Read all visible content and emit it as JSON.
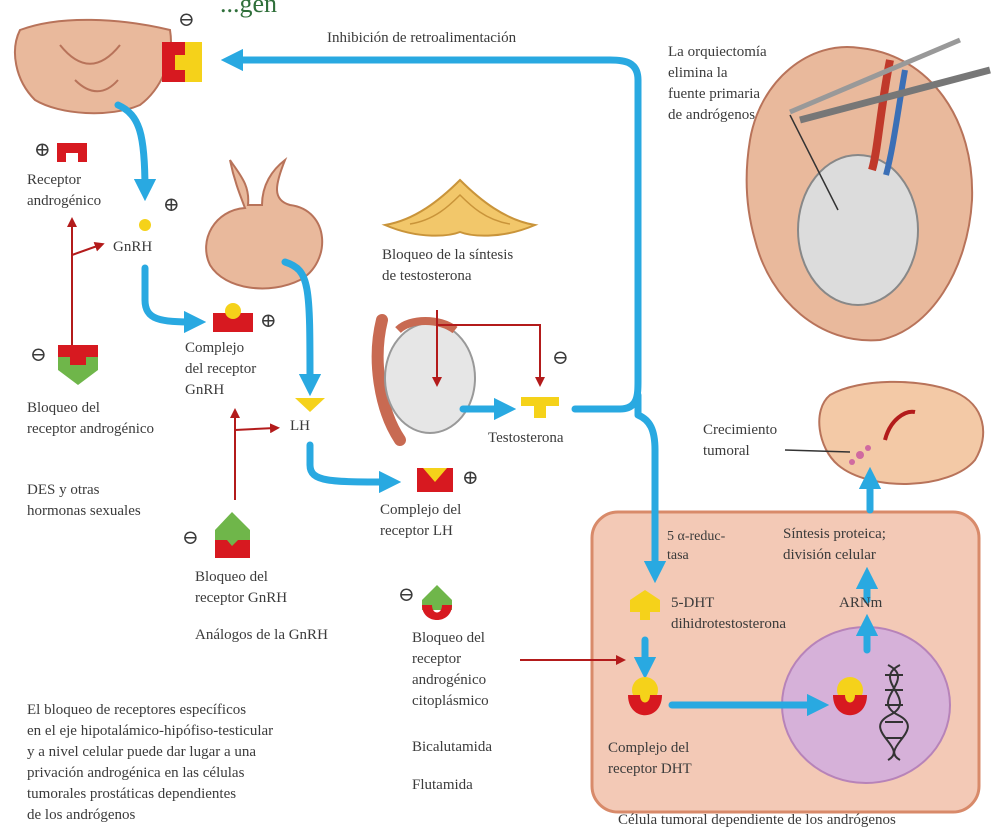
{
  "title_partial": "...gen",
  "signs": {
    "minus": "⊖",
    "plus": "⊕"
  },
  "labels": {
    "feedback": "Inhibición de retroalimentación",
    "orchiectomy": "La orquiectomía\nelimina la\nfuente primaria\nde andrógenos",
    "androgen_receptor": "Receptor\nandrogénico",
    "gnrh": "GnRH",
    "gnrh_complex": "Complejo\ndel receptor\nGnRH",
    "lh": "LH",
    "lh_complex": "Complejo del\nreceptor LH",
    "synthesis_block": "Bloqueo de la síntesis\nde testosterona",
    "testosterone": "Testosterona",
    "ar_block": "Bloqueo del\nreceptor androgénico",
    "des": "DES y otras\nhormonas sexuales",
    "gnrh_block": "Bloqueo del\nreceptor GnRH",
    "gnrh_analogs": "Análogos de la GnRH",
    "cyto_block": "Bloqueo del\nreceptor\nandrogénico\ncitoplásmico",
    "bicalutamide": "Bicalutamida",
    "flutamide": "Flutamida",
    "tumor_growth": "Crecimiento\ntumoral",
    "protein_synthesis": "Síntesis proteica;\ndivisión celular",
    "reductase": "5 α-reduc-\ntasa",
    "dht": "5-DHT\ndihidrotestosterona",
    "mrna": "ARNm",
    "dht_complex": "Complejo del\nreceptor DHT",
    "tumor_cell": "Célula tumoral dependiente de los andrógenos",
    "summary": "El bloqueo de receptores específicos\nen el eje hipotalámico-hipófiso-testicular\ny a nivel celular puede dar lugar a una\nprivación androgénica en las células\ntumorales prostáticas dependientes\nde los andrógenos"
  },
  "colors": {
    "arrow_blue": "#29a9e1",
    "inhibit_red": "#b31b1b",
    "receptor_red": "#d71920",
    "ligand_yellow": "#f5d21a",
    "blocker_green": "#6fb64a",
    "cell_fill": "#f3c9b6",
    "cell_border": "#d88a6a",
    "nucleus_fill": "#d6b1d9",
    "organ_tan": "#e9b99c",
    "organ_dark": "#b8735a",
    "gland_yellow": "#f2c76a"
  },
  "icons": [
    "hypothalamus-illustration",
    "pituitary-illustration",
    "adrenal-illustration",
    "testis-illustration",
    "orchiectomy-illustration",
    "prostate-illustration",
    "dna-helix-icon"
  ]
}
